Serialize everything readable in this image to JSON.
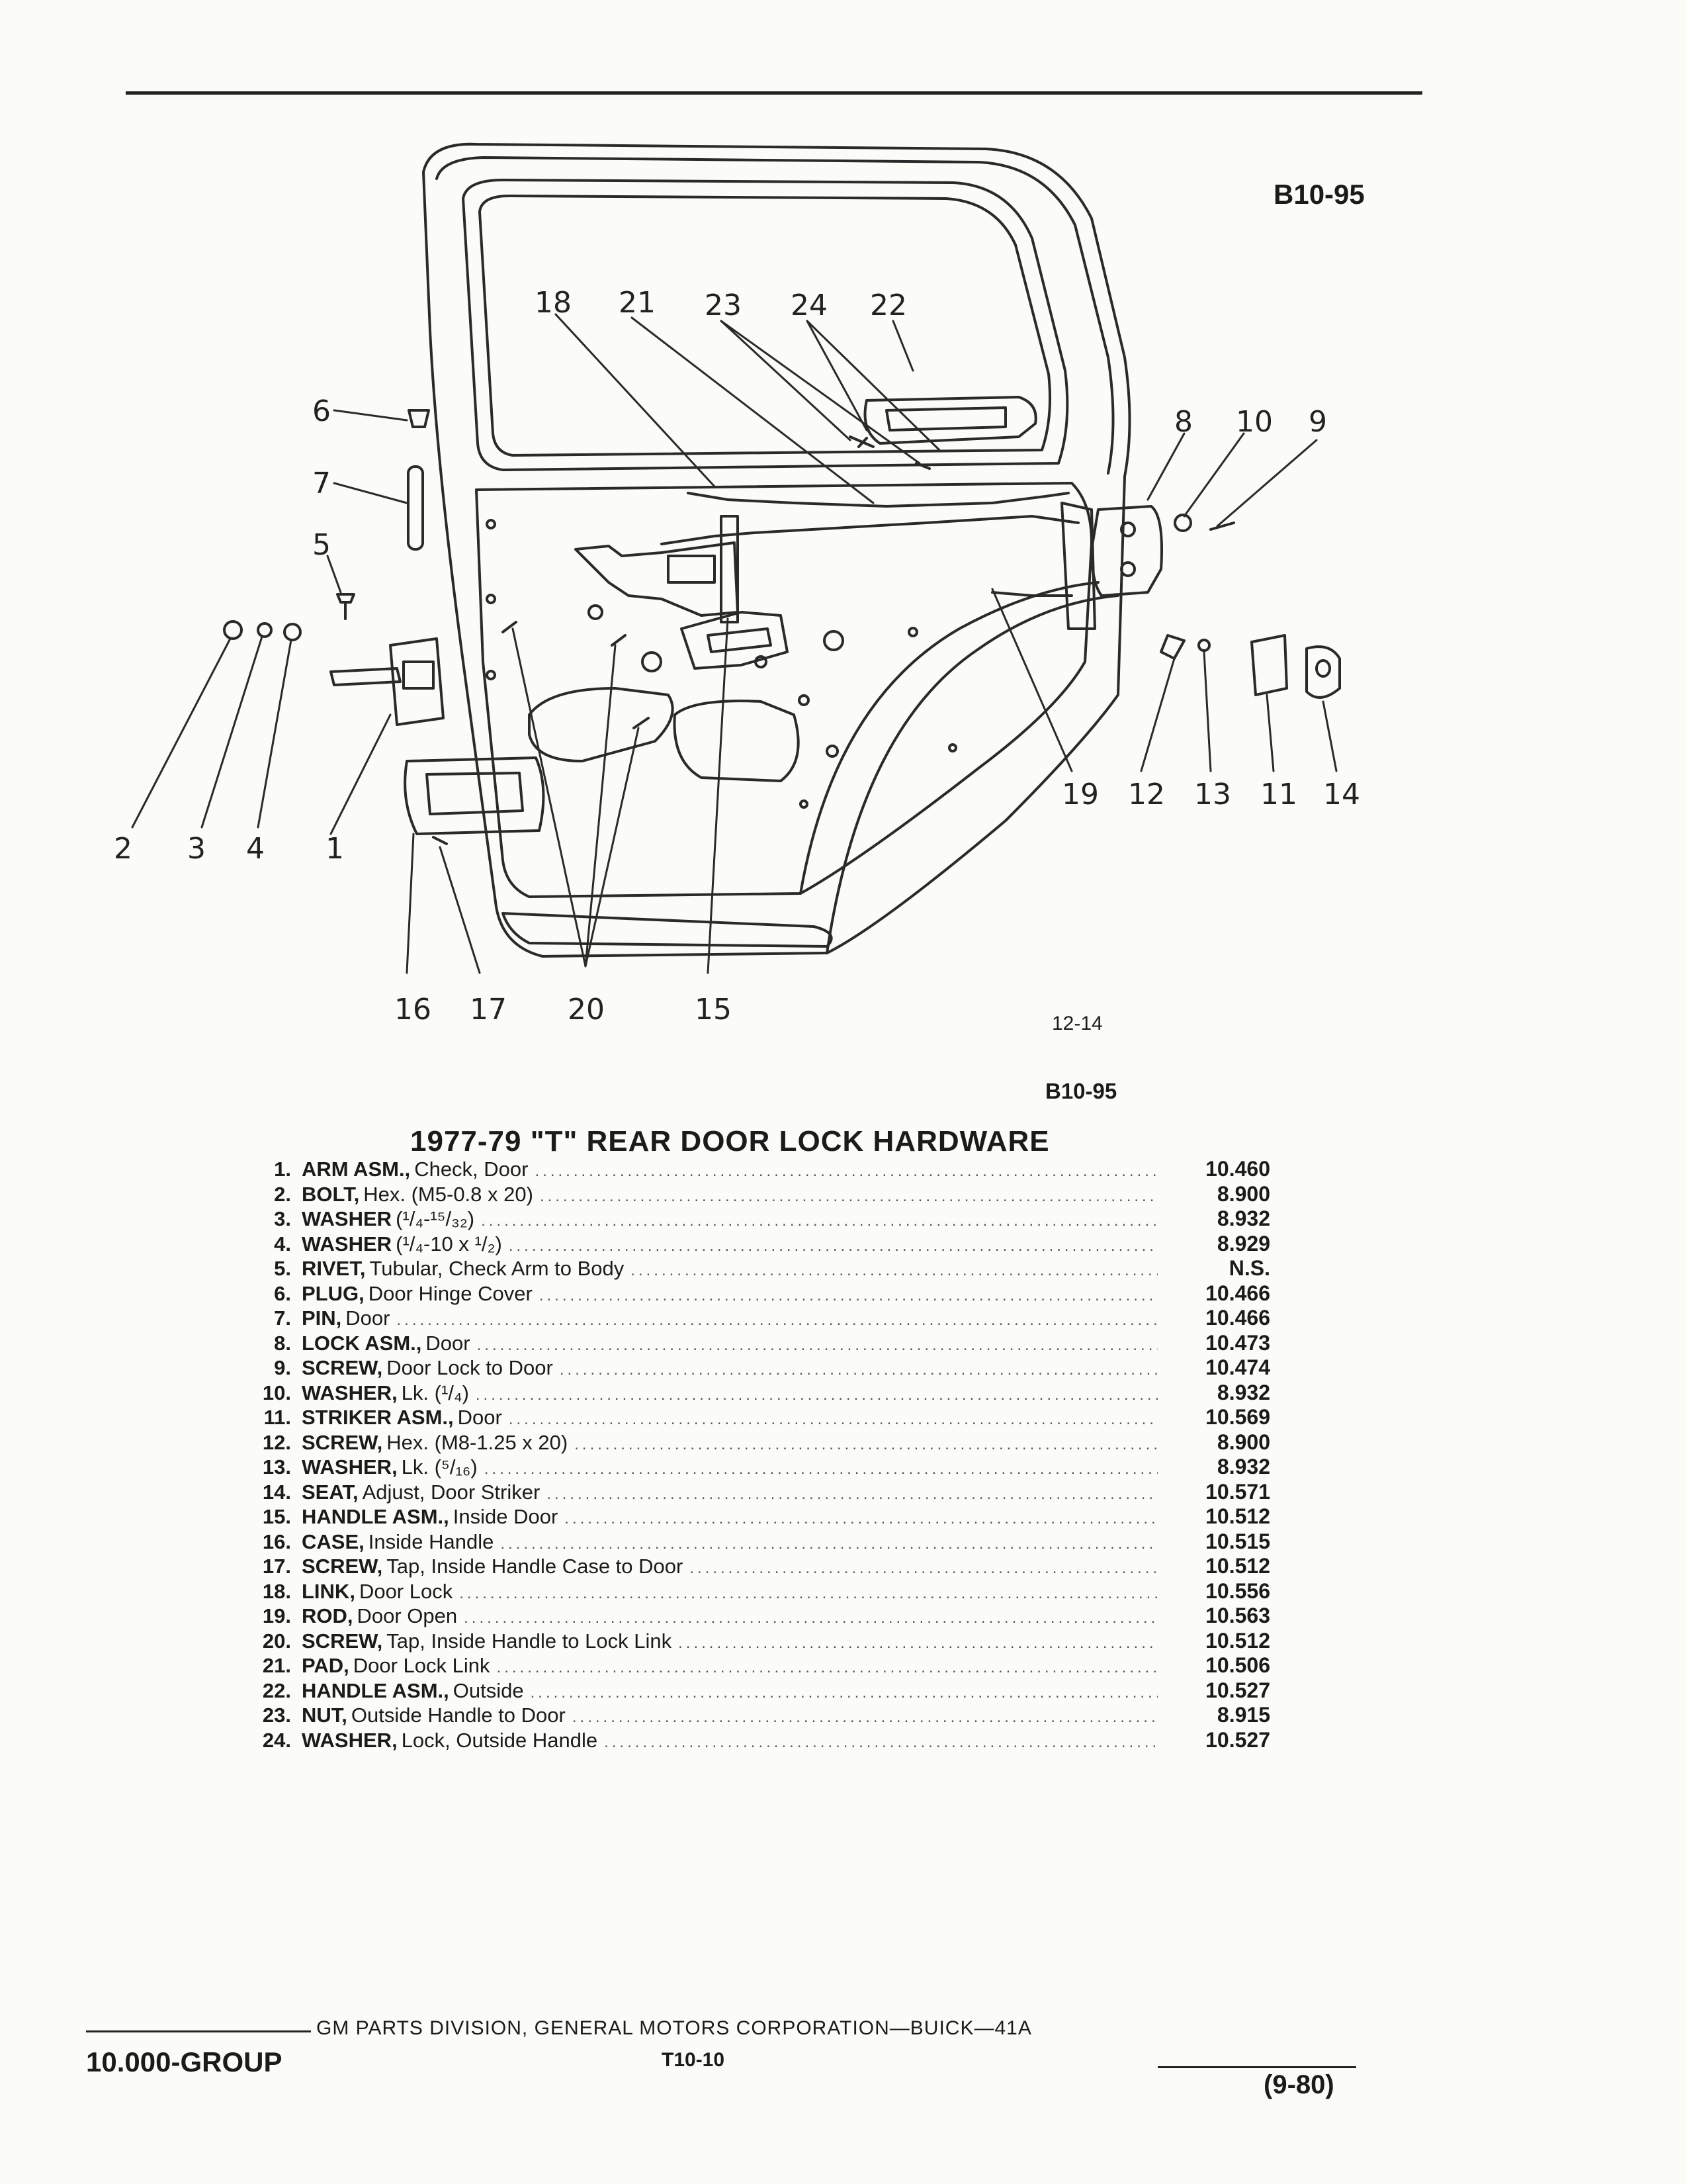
{
  "header": {
    "code": "B10-95"
  },
  "figure": {
    "number": "12-14",
    "code": "B10-95",
    "callouts": [
      "18",
      "21",
      "23",
      "24",
      "22",
      "6",
      "7",
      "5",
      "8",
      "10",
      "9",
      "2",
      "3",
      "4",
      "1",
      "19",
      "12",
      "13",
      "11",
      "14",
      "16",
      "17",
      "20",
      "15"
    ]
  },
  "title": "1977-79 \"T\" REAR DOOR LOCK HARDWARE",
  "parts": [
    {
      "num": "1.",
      "name": "ARM ASM.,",
      "desc": "Check, Door",
      "ref": "10.460"
    },
    {
      "num": "2.",
      "name": "BOLT,",
      "desc": "Hex. (M5-0.8 x 20)",
      "ref": "8.900"
    },
    {
      "num": "3.",
      "name": "WASHER",
      "desc": "(¹/₄-¹⁵/₃₂)",
      "ref": "8.932"
    },
    {
      "num": "4.",
      "name": "WASHER",
      "desc": "(¹/₄-10 x ¹/₂)",
      "ref": "8.929"
    },
    {
      "num": "5.",
      "name": "RIVET,",
      "desc": "Tubular, Check Arm to Body",
      "ref": "N.S."
    },
    {
      "num": "6.",
      "name": "PLUG,",
      "desc": "Door Hinge Cover",
      "ref": "10.466"
    },
    {
      "num": "7.",
      "name": "PIN,",
      "desc": "Door",
      "ref": "10.466"
    },
    {
      "num": "8.",
      "name": "LOCK ASM.,",
      "desc": "Door",
      "ref": "10.473"
    },
    {
      "num": "9.",
      "name": "SCREW,",
      "desc": "Door Lock to Door",
      "ref": "10.474"
    },
    {
      "num": "10.",
      "name": "WASHER,",
      "desc": "Lk. (¹/₄)",
      "ref": "8.932"
    },
    {
      "num": "11.",
      "name": "STRIKER ASM.,",
      "desc": "Door",
      "ref": "10.569"
    },
    {
      "num": "12.",
      "name": "SCREW,",
      "desc": "Hex. (M8-1.25 x 20)",
      "ref": "8.900"
    },
    {
      "num": "13.",
      "name": "WASHER,",
      "desc": "Lk. (⁵/₁₆)",
      "ref": "8.932"
    },
    {
      "num": "14.",
      "name": "SEAT,",
      "desc": "Adjust, Door Striker",
      "ref": "10.571"
    },
    {
      "num": "15.",
      "name": "HANDLE ASM.,",
      "desc": "Inside Door",
      "ref": "10.512"
    },
    {
      "num": "16.",
      "name": "CASE,",
      "desc": "Inside Handle",
      "ref": "10.515"
    },
    {
      "num": "17.",
      "name": "SCREW,",
      "desc": "Tap, Inside Handle Case to Door",
      "ref": "10.512"
    },
    {
      "num": "18.",
      "name": "LINK,",
      "desc": "Door Lock",
      "ref": "10.556"
    },
    {
      "num": "19.",
      "name": "ROD,",
      "desc": "Door Open",
      "ref": "10.563"
    },
    {
      "num": "20.",
      "name": "SCREW,",
      "desc": "Tap, Inside Handle to Lock Link",
      "ref": "10.512"
    },
    {
      "num": "21.",
      "name": "PAD,",
      "desc": "Door Lock Link",
      "ref": "10.506"
    },
    {
      "num": "22.",
      "name": "HANDLE ASM.,",
      "desc": "Outside",
      "ref": "10.527"
    },
    {
      "num": "23.",
      "name": "NUT,",
      "desc": "Outside Handle to Door",
      "ref": "8.915"
    },
    {
      "num": "24.",
      "name": "WASHER,",
      "desc": "Lock, Outside Handle",
      "ref": "10.527"
    }
  ],
  "footer": {
    "group": "10.000-GROUP",
    "division": "GM PARTS DIVISION, GENERAL MOTORS CORPORATION—BUICK—41A",
    "page": "T10-10",
    "date": "(9-80)"
  }
}
